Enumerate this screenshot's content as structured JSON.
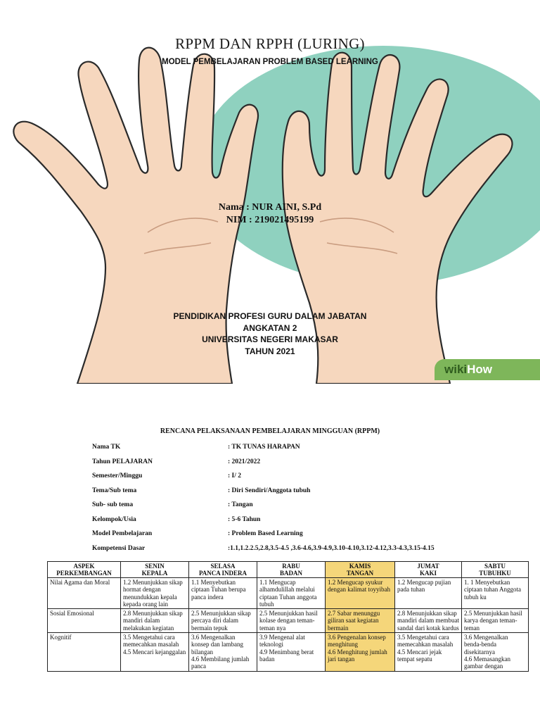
{
  "cover": {
    "title": "RPPM DAN RPPH (LURING)",
    "subtitle": "MODEL PEMBELAJARAN PROBLEM BASED LEARNING",
    "name_line": "Nama  : NUR AINI, S.Pd",
    "nim_line": "NIM : 219021495199",
    "institution": [
      "PENDIDIKAN PROFESI GURU DALAM JABATAN",
      "ANGKATAN 2",
      "UNIVERSITAS NEGERI MAKASAR",
      "TAHUN 2021"
    ],
    "watermark": [
      "wiki",
      "How"
    ],
    "colors": {
      "circle": "#8fd1bf",
      "skin": "#f6d7be",
      "outline": "#2a2a2a",
      "watermark": "#7eb65a"
    }
  },
  "doc": {
    "title": "RENCANA PELAKSANAAN PEMBELAJARAN MINGGUAN (RPPM)",
    "info": [
      {
        "label": "Nama TK",
        "value": ": TK TUNAS HARAPAN"
      },
      {
        "label": "Tahun PELAJARAN",
        "value": ": 2021/2022"
      },
      {
        "label": "Semester/Minggu",
        "value": ": I/ 2"
      },
      {
        "label": "Tema/Sub tema",
        "value": ": Diri Sendiri/Anggota tubuh"
      },
      {
        "label": "Sub- sub tema",
        "value": ": Tangan"
      },
      {
        "label": "Kelompok/Usia",
        "value": ": 5-6 Tahun"
      },
      {
        "label": "Model Pembelajaran",
        "value": ": Problem Based Learning"
      },
      {
        "label": "Kompetensi Dasar",
        "value": ":1.1,1.2.2.5,2.8,3.5-4.5 ,3.6-4.6,3.9-4.9,3.10-4.10,3.12-4.12,3.3-4.3,3.15-4.15"
      }
    ],
    "table": {
      "headers": [
        [
          "ASPEK",
          "PERKEMBANGAN"
        ],
        [
          "SENIN",
          "KEPALA"
        ],
        [
          "SELASA",
          "PANCA INDERA"
        ],
        [
          "RABU",
          "BADAN"
        ],
        [
          "KAMIS",
          "TANGAN"
        ],
        [
          "JUMAT",
          "KAKI"
        ],
        [
          "SABTU",
          "TUBUHKU"
        ]
      ],
      "rows": [
        {
          "aspect": "Nilai Agama dan Moral",
          "cells": [
            [
              "1.2 Menunjukkan sikap hormat dengan menundukkan kepala kepada orang lain"
            ],
            [
              "1.1 Menyebutkan ciptaan Tuhan berupa panca indera"
            ],
            [
              "1.1 Mengucap alhamdulillah melalui ciptaan Tuhan anggota tubuh"
            ],
            [
              "1.2 Mengucap syukur dengan kalimat toyyibah"
            ],
            [
              "1.2 Mengucap pujian pada tuhan"
            ],
            [
              "1. 1 Menyebutkan ciptaan tuhan Anggota tubuh ku"
            ]
          ]
        },
        {
          "aspect": "Sosial Emosional",
          "cells": [
            [
              "2.8 Menunjukkan sikap mandiri dalam melakukan kegiatan"
            ],
            [
              "2.5 Menunjukkan sikap percaya diri dalam bermain tepuk"
            ],
            [
              "2.5 Menunjukkan hasil kolase dengan teman-teman nya"
            ],
            [
              "2.7 Sabar menunggu giliran saat kegiatan bermain"
            ],
            [
              "2.8 Menunjukkan sikap mandiri dalam membuat sandal dari kotak kardus"
            ],
            [
              "2.5 Menunjukkan hasil karya dengan teman-teman"
            ]
          ]
        },
        {
          "aspect": "Kognitif",
          "cells": [
            [
              "3.5 Mengetahui cara memecahkan masalah",
              "4.5 Mencari kejanggalan"
            ],
            [
              "3.6 Mengenalkan konsep dan lambang bilangan",
              "4.6 Membilang jumlah panca"
            ],
            [
              "3.9 Mengenal alat teknologi",
              "4.9 Menimbang berat badan"
            ],
            [
              "3.6 Pengenalan konsep menghitung",
              "4.6 Menghitung jumlah jari tangan"
            ],
            [
              " 3.5 Mengetahui cara memecahkan masalah",
              "4.5 Mencari jejak tempat sepatu"
            ],
            [
              "3.6 Mengenalkan benda-benda disekitarnya",
              "4.6 Memasangkan gambar dengan"
            ]
          ]
        }
      ],
      "highlight_column": 4,
      "highlight_color": "#f5d67a"
    }
  }
}
